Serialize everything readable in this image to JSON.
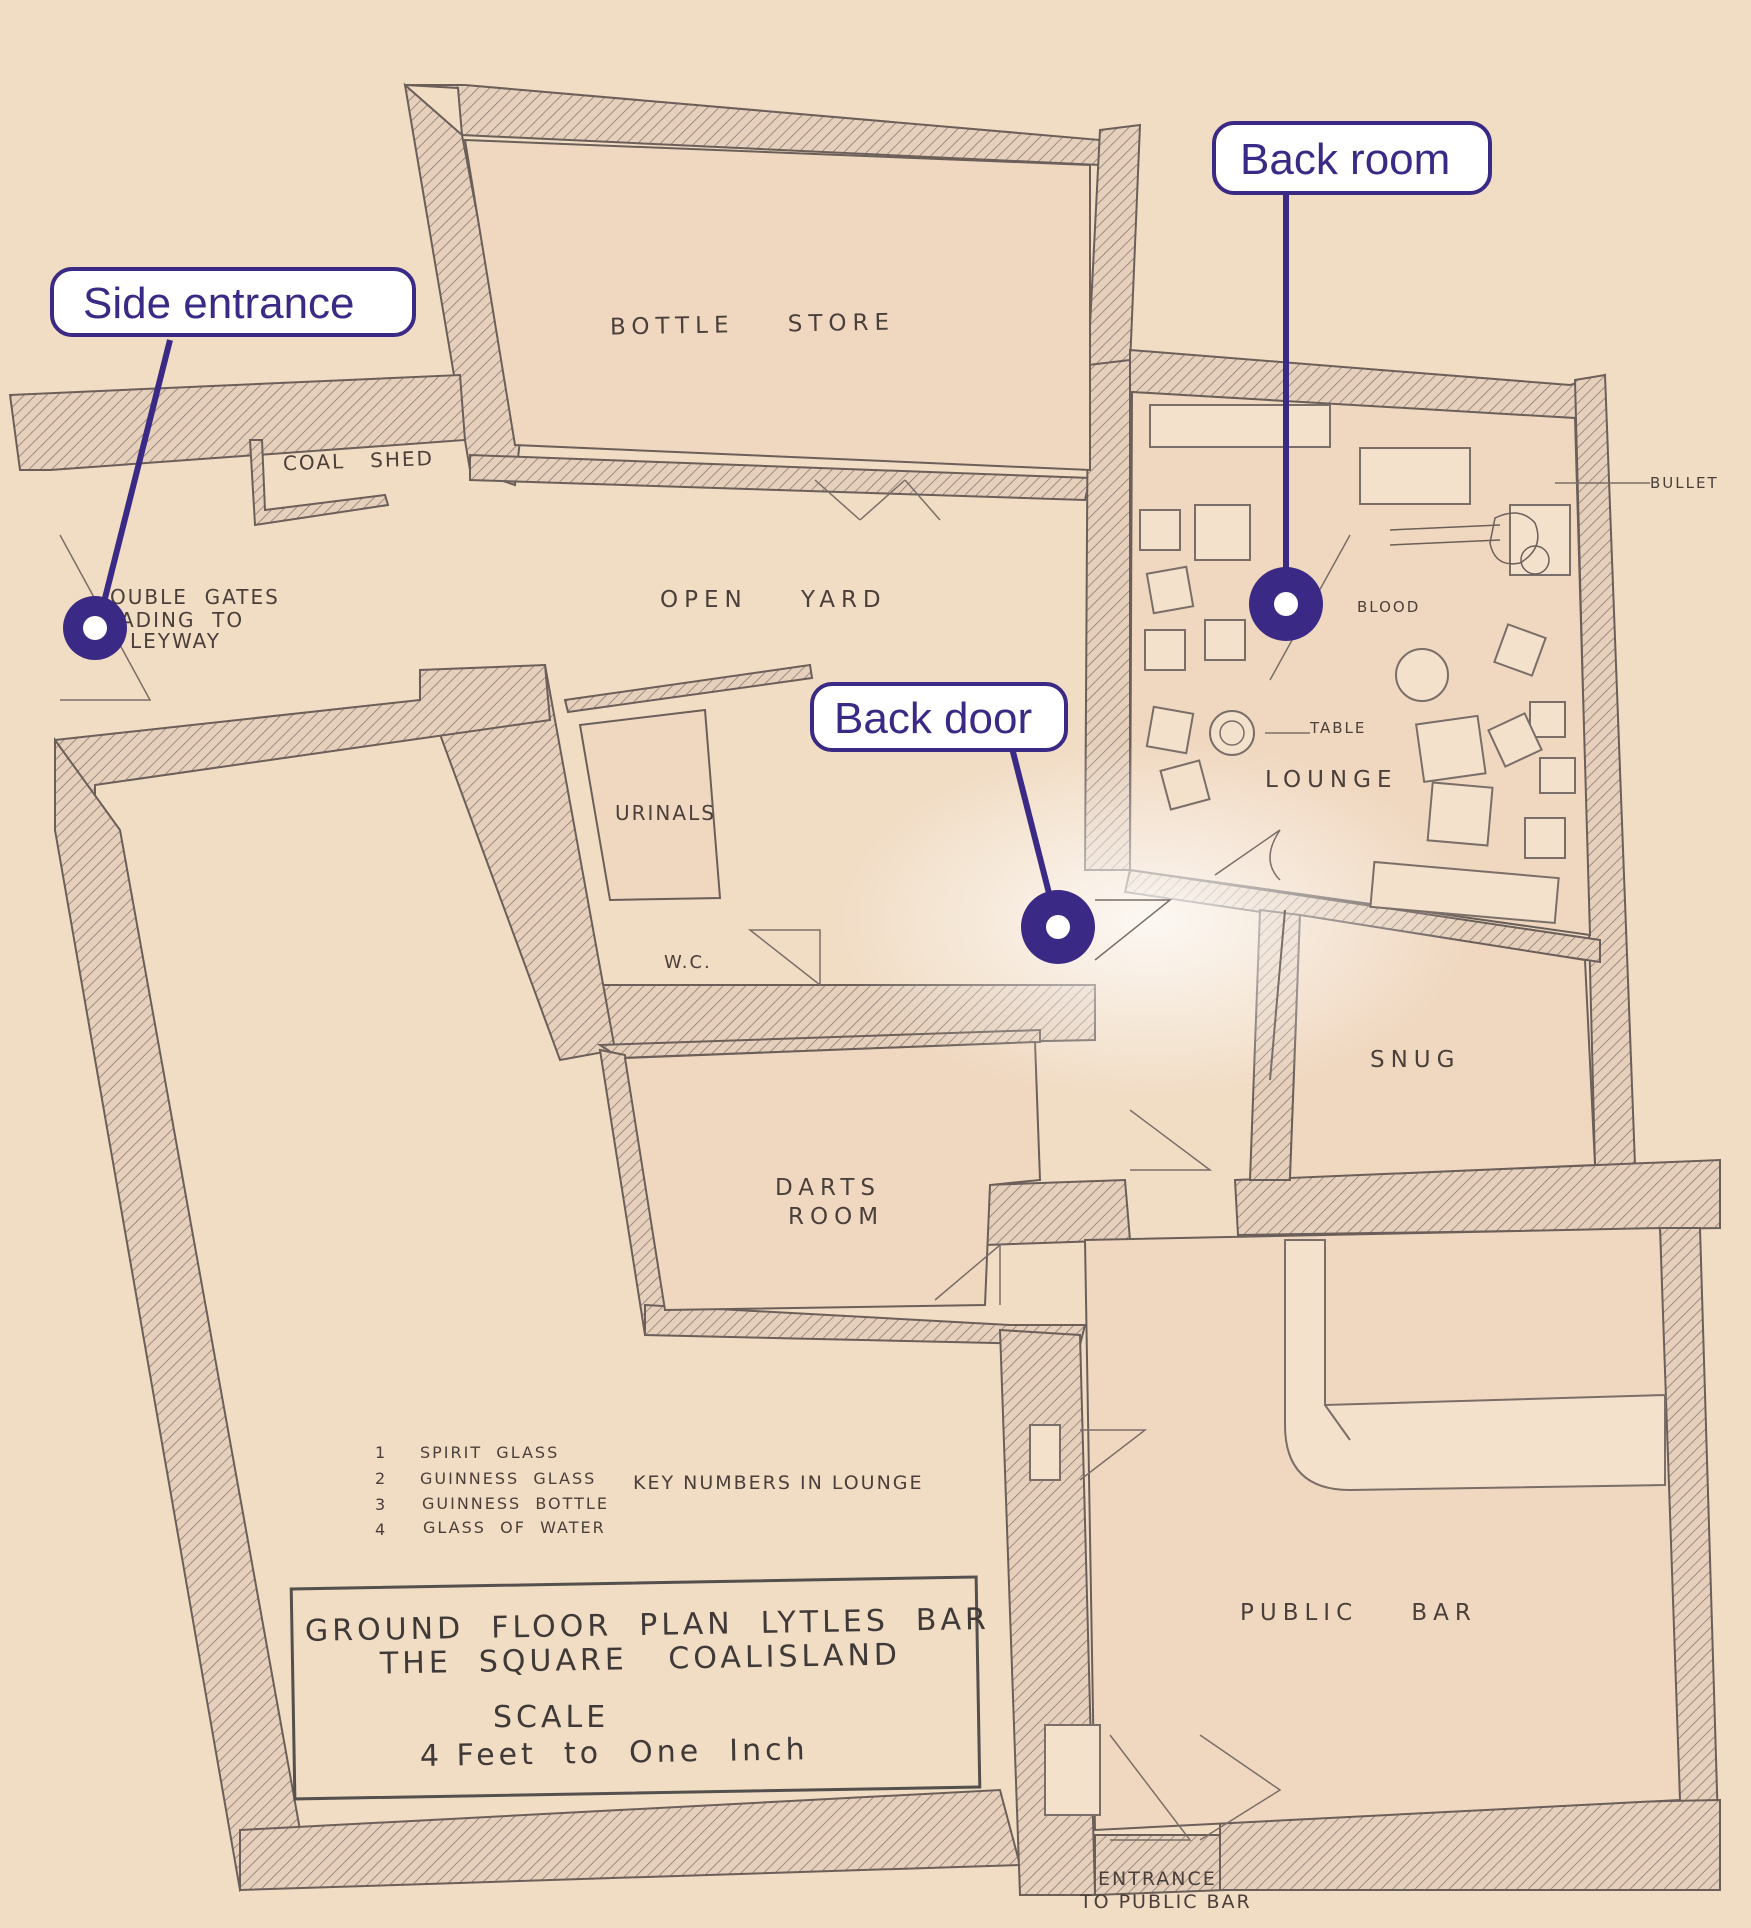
{
  "rooms": {
    "bottle_store": "BOTTLE    STORE",
    "coal_shed": "COAL   SHED",
    "open_yard": "OPEN    YARD",
    "double_gates_1": "OUBLE  GATES",
    "double_gates_2": "ADING  TO",
    "double_gates_3": "LEYWAY",
    "urinals": "URINALS",
    "wc": "W.C.",
    "lounge": "LOUNGE",
    "snug": "SNUG",
    "darts_1": "DARTS",
    "darts_2": "ROOM",
    "public_bar": "PUBLIC    BAR",
    "entrance_1": "ENTRANCE",
    "entrance_2": "TO PUBLIC BAR"
  },
  "annotations": {
    "bullet": "BULLET",
    "blood": "BLOOD",
    "table": "TABLE"
  },
  "key": {
    "title": "KEY NUMBERS IN LOUNGE",
    "items": [
      {
        "num": "1",
        "label": "SPIRIT  GLASS"
      },
      {
        "num": "2",
        "label": "GUINNESS  GLASS"
      },
      {
        "num": "3",
        "label": "GUINNESS  BOTTLE"
      },
      {
        "num": "4",
        "label": "GLASS  OF  WATER"
      }
    ]
  },
  "title_block": {
    "line1": "GROUND  FLOOR  PLAN  LYTLES  BAR",
    "line2": "THE  SQUARE   COALISLAND",
    "scale": "SCALE",
    "scale_value": "4 Feet  to  One  Inch"
  },
  "callouts": [
    {
      "label": "Side entrance"
    },
    {
      "label": "Back room"
    },
    {
      "label": "Back door"
    }
  ],
  "colors": {
    "paper": "#f1dcc4",
    "callout": "#3b2a85",
    "wall": "#6b5f5a"
  }
}
